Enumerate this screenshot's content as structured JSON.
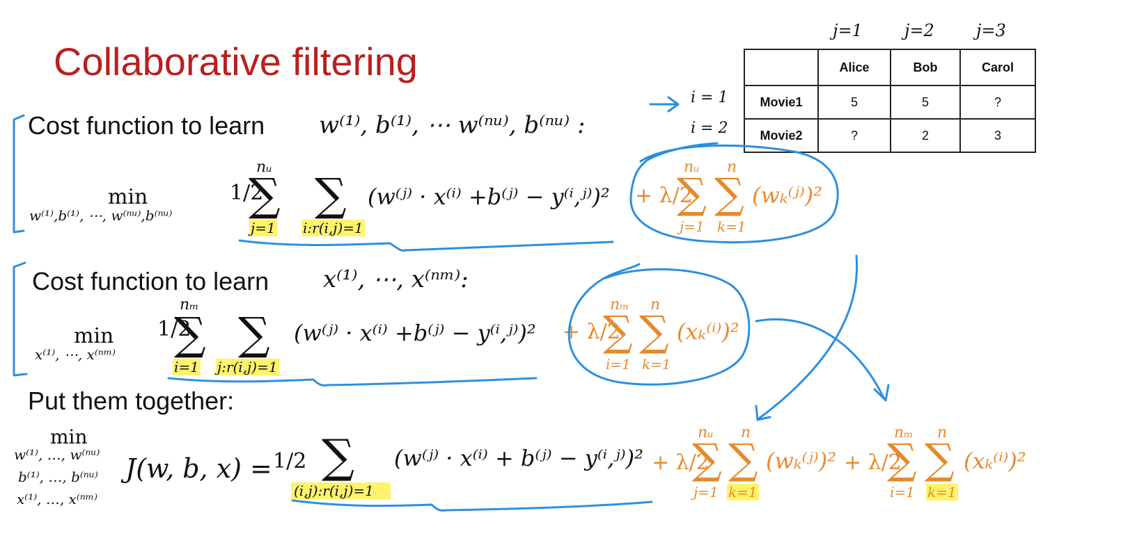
{
  "title": "Collaborative filtering",
  "table": {
    "col_indices": [
      "j=1",
      "j=2",
      "j=3"
    ],
    "row_indices": [
      "i = 1",
      "i = 2"
    ],
    "headers": [
      "",
      "Alice",
      "Bob",
      "Carol"
    ],
    "rows": [
      [
        "Movie1",
        "5",
        "5",
        "?"
      ],
      [
        "Movie2",
        "?",
        "2",
        "3"
      ]
    ]
  },
  "section1": {
    "heading": "Cost function to learn",
    "params": "w⁽¹⁾, b⁽¹⁾, ⋯ w⁽ⁿᵘ⁾, b⁽ⁿᵘ⁾ :",
    "min_word": "min",
    "min_sub": "w⁽¹⁾,b⁽¹⁾, ⋯, w⁽ⁿᵘ⁾,b⁽ⁿᵘ⁾",
    "half": "1/2",
    "sum1_top": "nᵤ",
    "sum1_bottom": "j=1",
    "sum2_bottom": "i:r(i,j)=1",
    "error_term": "(w⁽ʲ⁾ · x⁽ⁱ⁾ +b⁽ʲ⁾ − y⁽ⁱ,ʲ⁾)²",
    "reg_lambda": "+ λ/2",
    "reg_sum1_top": "nᵤ",
    "reg_sum1_bottom": "j=1",
    "reg_sum2_top": "n",
    "reg_sum2_bottom": "k=1",
    "reg_term": "(wₖ⁽ʲ⁾)²"
  },
  "section2": {
    "heading": "Cost function to learn",
    "params": "x⁽¹⁾, ⋯, x⁽ⁿᵐ⁾:",
    "min_word": "min",
    "min_sub": "x⁽¹⁾, ⋯, x⁽ⁿᵐ⁾",
    "half": "1/2",
    "sum1_top": "nₘ",
    "sum1_bottom": "i=1",
    "sum2_bottom": "j:r(i,j)=1",
    "error_term": "(w⁽ʲ⁾ · x⁽ⁱ⁾ +b⁽ʲ⁾ − y⁽ⁱ,ʲ⁾)²",
    "reg_lambda": "+ λ/2",
    "reg_sum1_top": "nₘ",
    "reg_sum1_bottom": "i=1",
    "reg_sum2_top": "n",
    "reg_sum2_bottom": "k=1",
    "reg_term": "(xₖ⁽ⁱ⁾)²"
  },
  "section3": {
    "heading": "Put them together:",
    "min_word": "min",
    "min_sub_1": "w⁽¹⁾, …, w⁽ⁿᵘ⁾",
    "min_sub_2": "b⁽¹⁾, …, b⁽ⁿᵘ⁾",
    "min_sub_3": "x⁽¹⁾, …, x⁽ⁿᵐ⁾",
    "lhs": "J(w, b, x) =",
    "half": "1/2",
    "sum_bottom": "(i,j):r(i,j)=1",
    "error_term": "(w⁽ʲ⁾ · x⁽ⁱ⁾ + b⁽ʲ⁾ − y⁽ⁱ,ʲ⁾)²",
    "reg1_lambda": "+ λ/2",
    "reg1_sum1_top": "nᵤ",
    "reg1_sum1_bottom": "j=1",
    "reg1_sum2_top": "n",
    "reg1_sum2_bottom": "k=1",
    "reg1_term": "(wₖ⁽ʲ⁾)²",
    "reg2_lambda": "+ λ/2",
    "reg2_sum1_top": "nₘ",
    "reg2_sum1_bottom": "i=1",
    "reg2_sum2_top": "n",
    "reg2_sum2_bottom": "k=1",
    "reg2_term": "(xₖ⁽ⁱ⁾)²"
  },
  "colors": {
    "title": "#b8201e",
    "orange": "#e6892b",
    "highlight": "#fff36b",
    "annotation_blue": "#2b8fe0"
  }
}
